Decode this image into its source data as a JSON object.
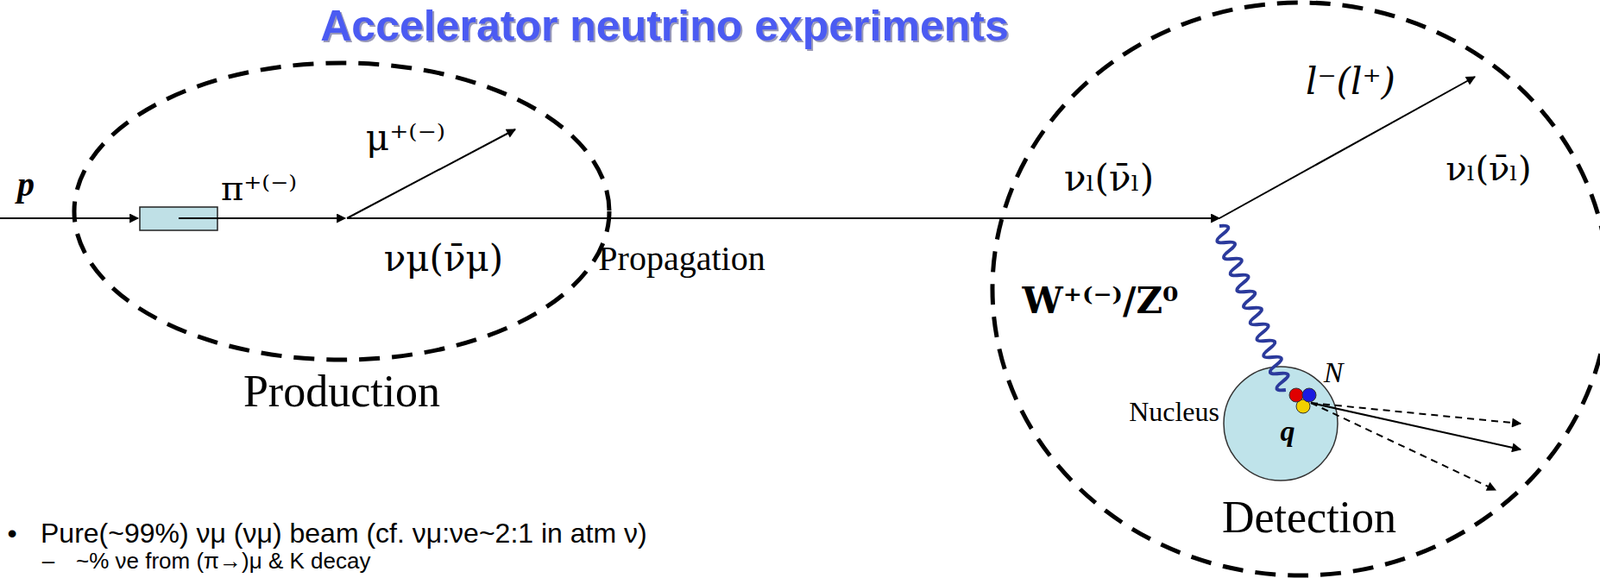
{
  "diagram": {
    "title": "Accelerator neutrino experiments",
    "nodes": [
      {
        "text": [
          "Production"
        ]
      },
      {
        "text": [
          "Detection"
        ]
      },
      {
        "text": [
          "Nucleus"
        ],
        "in": 1
      }
    ],
    "edges": [
      {
        "from": 0,
        "to": 1,
        "arrow": "to",
        "label": "Propagation"
      }
    ],
    "labels": [
      "p",
      "π⁺⁽⁻⁾",
      "μ⁺⁽⁻⁾",
      "νμ(ν̄μ)",
      "νₗ(ν̄ₗ)",
      "l⁻(l⁺)",
      "νₗ(ν̄ₗ)",
      "W⁺⁽⁻⁾/Z⁰",
      "N",
      "q",
      "•",
      "Pure(~99%) νμ (νμ) beam (cf. νμ:νe~2:1 in atm ν)",
      "–",
      "~% νe from (π→)μ & K decay"
    ]
  }
}
